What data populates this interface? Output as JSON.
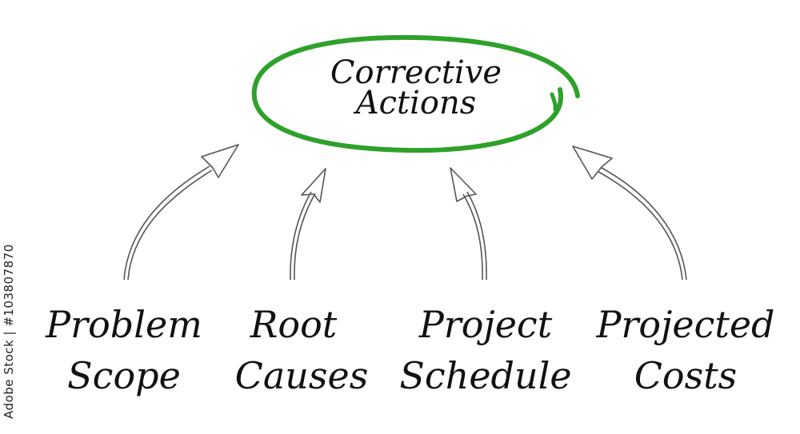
{
  "center": {
    "line1": "Corrective",
    "line2": "Actions"
  },
  "items": [
    {
      "line1": "Problem",
      "line2": "Scope"
    },
    {
      "line1": "Root",
      "line2": "Causes"
    },
    {
      "line1": "Project",
      "line2": "Schedule"
    },
    {
      "line1": "Projected",
      "line2": "Costs"
    }
  ],
  "watermark": "Adobe Stock | #103807870",
  "colors": {
    "ellipse": "#2ea12a",
    "arrow": "#555555",
    "text": "#111111"
  }
}
